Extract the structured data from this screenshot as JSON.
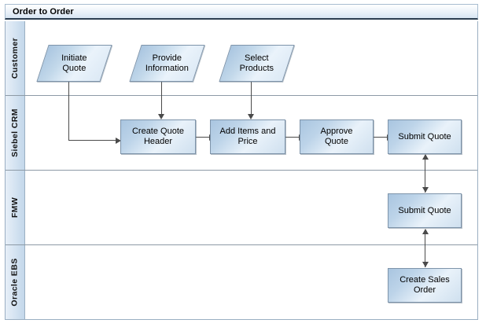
{
  "diagram": {
    "title": "Order to Order",
    "type": "swimlane-flowchart",
    "lanes": [
      {
        "id": "customer",
        "label": "Customer",
        "nodes": [
          {
            "id": "initiate-quote",
            "label": "Initiate\nQuote",
            "shape": "parallelogram"
          },
          {
            "id": "provide-information",
            "label": "Provide\nInformation",
            "shape": "parallelogram"
          },
          {
            "id": "select-products",
            "label": "Select\nProducts",
            "shape": "parallelogram"
          }
        ]
      },
      {
        "id": "siebel-crm",
        "label": "Siebel CRM",
        "nodes": [
          {
            "id": "create-quote-header",
            "label": "Create Quote\nHeader",
            "shape": "rectangle"
          },
          {
            "id": "add-items-and-price",
            "label": "Add Items and\nPrice",
            "shape": "rectangle"
          },
          {
            "id": "approve-quote",
            "label": "Approve\nQuote",
            "shape": "rectangle"
          },
          {
            "id": "submit-quote-crm",
            "label": "Submit Quote",
            "shape": "rectangle"
          }
        ]
      },
      {
        "id": "fmw",
        "label": "FMW",
        "nodes": [
          {
            "id": "submit-quote-fmw",
            "label": "Submit Quote",
            "shape": "rectangle"
          }
        ]
      },
      {
        "id": "oracle-ebs",
        "label": "Oracle EBS",
        "nodes": [
          {
            "id": "create-sales-order",
            "label": "Create Sales\nOrder",
            "shape": "rectangle"
          }
        ]
      }
    ],
    "connections": [
      {
        "from": "initiate-quote",
        "to": "create-quote-header",
        "direction": "one-way"
      },
      {
        "from": "provide-information",
        "to": "create-quote-header",
        "direction": "one-way"
      },
      {
        "from": "select-products",
        "to": "add-items-and-price",
        "direction": "one-way"
      },
      {
        "from": "create-quote-header",
        "to": "add-items-and-price",
        "direction": "one-way"
      },
      {
        "from": "add-items-and-price",
        "to": "approve-quote",
        "direction": "one-way"
      },
      {
        "from": "approve-quote",
        "to": "submit-quote-crm",
        "direction": "one-way"
      },
      {
        "from": "submit-quote-crm",
        "to": "submit-quote-fmw",
        "direction": "two-way"
      },
      {
        "from": "submit-quote-fmw",
        "to": "create-sales-order",
        "direction": "two-way"
      }
    ]
  },
  "colors": {
    "title_border": "#2c3e50",
    "lane_header_fill": "#d3e2f1",
    "node_fill_light": "#e9f2fa",
    "node_fill_dark": "#a9c5e0",
    "node_stroke": "#7e94aa",
    "connector": "#4a4a4a",
    "lane_divider": "#8d9aa6",
    "canvas": "#ffffff"
  }
}
